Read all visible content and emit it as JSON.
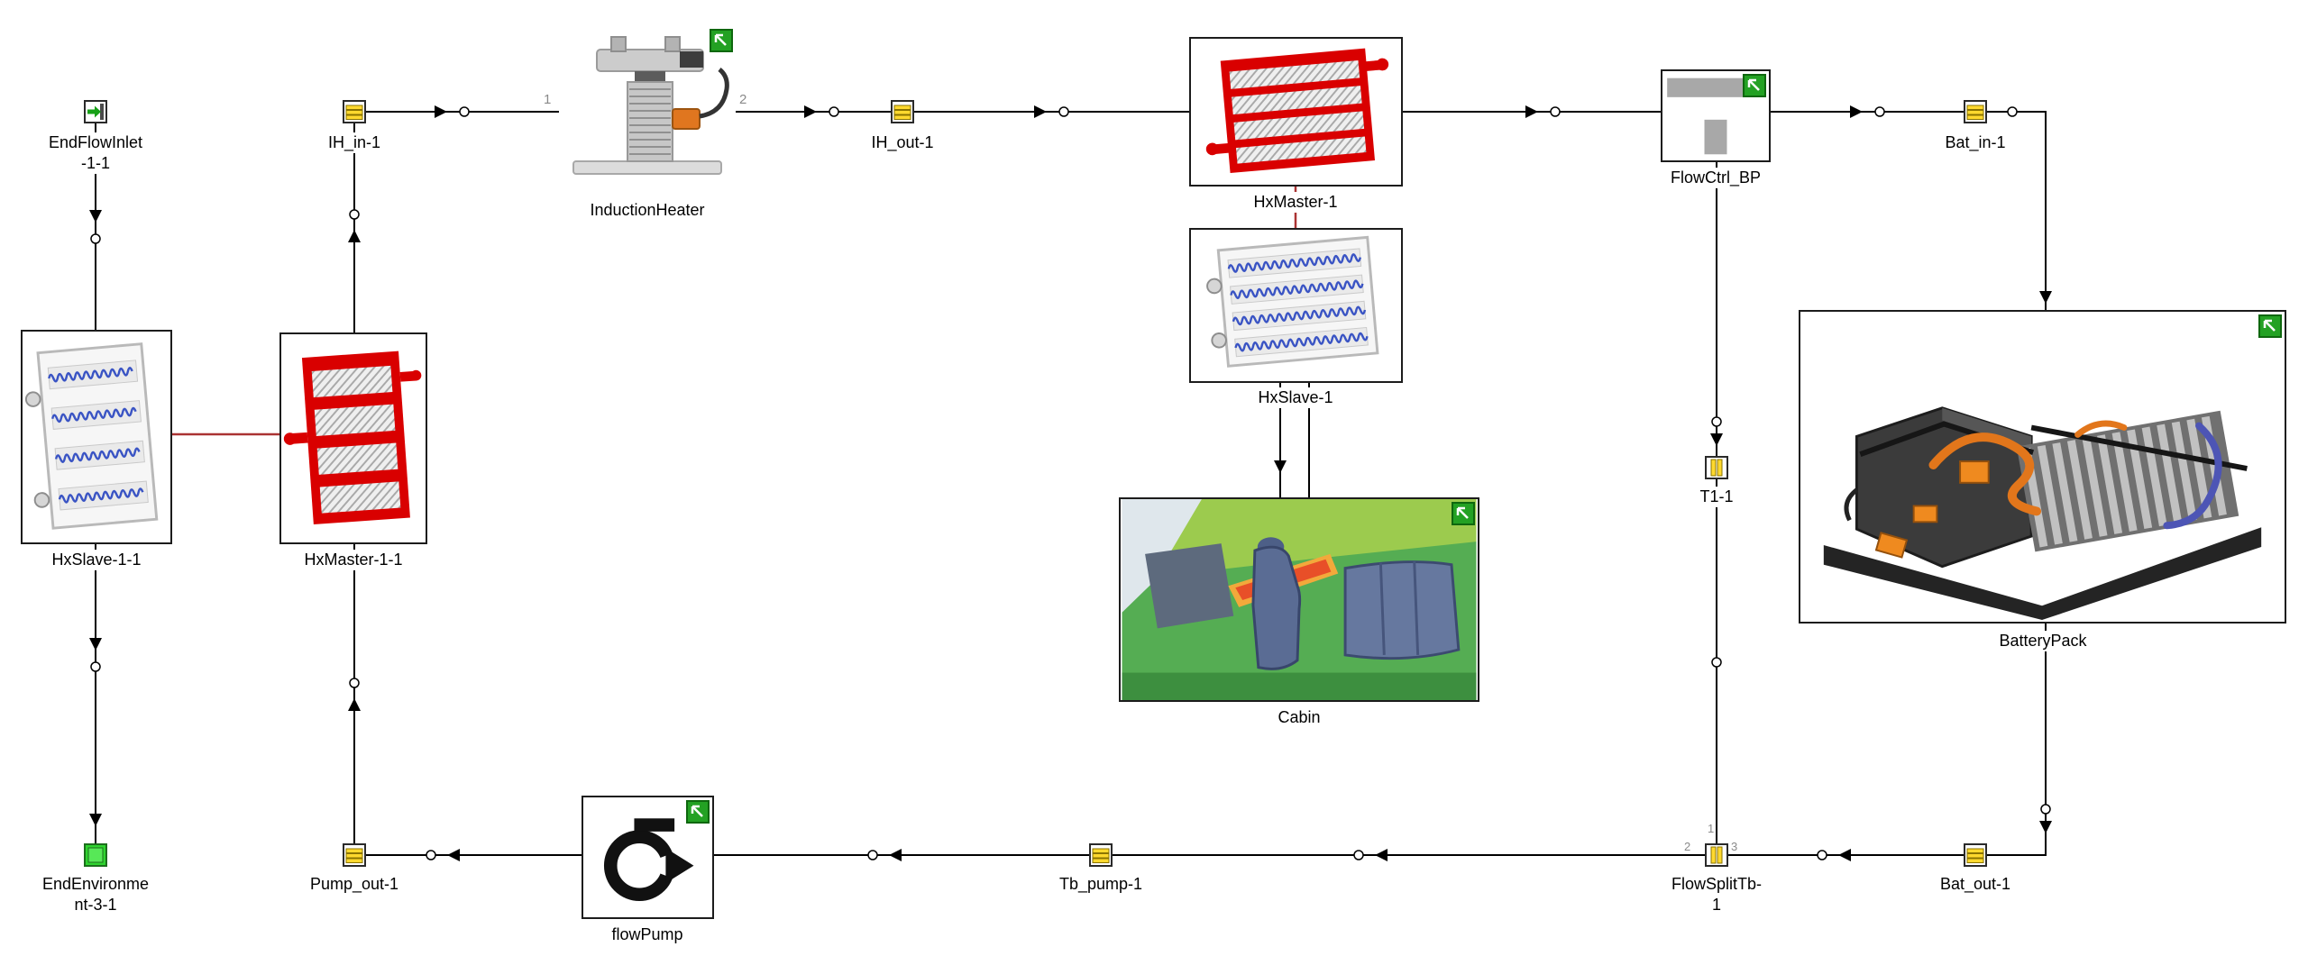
{
  "colors": {
    "wire": "#000000",
    "thermal_link": "#aa3333",
    "badge_green": "#23a123",
    "connector_yellow": "#ffd92e",
    "hx_red": "#d90000",
    "coil_blue": "#3a54c4"
  },
  "components": {
    "end_flow_inlet": {
      "label_line1": "EndFlowInlet",
      "label_line2": "-1-1"
    },
    "ih_in": {
      "label": "IH_in-1"
    },
    "induction_heater": {
      "label": "InductionHeater"
    },
    "ih_out": {
      "label": "IH_out-1"
    },
    "hx_master_top": {
      "label": "HxMaster-1"
    },
    "flow_ctrl_bp": {
      "label": "FlowCtrl_BP"
    },
    "bat_in": {
      "label": "Bat_in-1"
    },
    "hx_slave_mid": {
      "label": "HxSlave-1"
    },
    "cabin": {
      "label": "Cabin"
    },
    "t1": {
      "label": "T1-1"
    },
    "battery_pack": {
      "label": "BatteryPack"
    },
    "hx_slave_left": {
      "label": "HxSlave-1-1"
    },
    "hx_master_left": {
      "label": "HxMaster-1-1"
    },
    "end_environment": {
      "label_line1": "EndEnvironme",
      "label_line2": "nt-3-1"
    },
    "pump_out": {
      "label": "Pump_out-1"
    },
    "flow_pump": {
      "label": "flowPump"
    },
    "tb_pump": {
      "label": "Tb_pump-1"
    },
    "flow_split": {
      "label_line1": "FlowSplitTb-",
      "label_line2": "1"
    },
    "bat_out": {
      "label": "Bat_out-1"
    }
  },
  "port_labels": {
    "heater_inlet": "1",
    "heater_outlet": "2",
    "split_port1": "1",
    "split_port2": "2",
    "split_port3": "3"
  }
}
